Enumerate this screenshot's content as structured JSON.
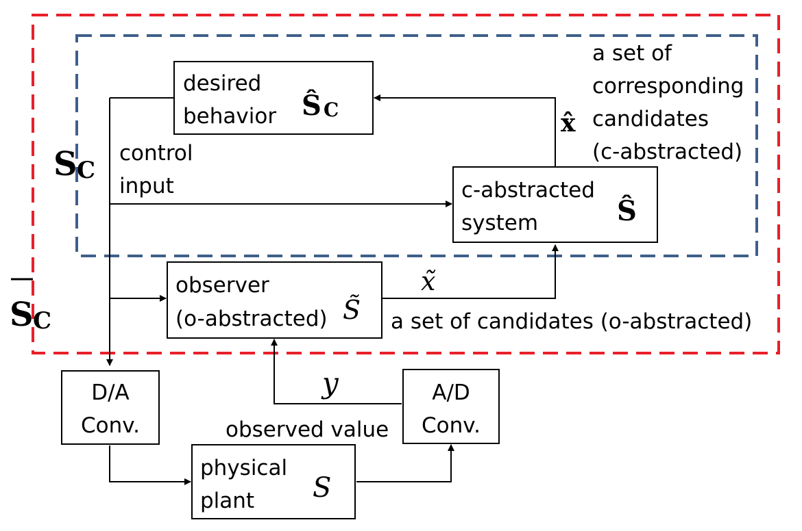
{
  "colors": {
    "outer_boundary": "#e8202a",
    "inner_boundary": "#3e5f8a",
    "lines": "#000000"
  },
  "symbols": {
    "s_c": "S",
    "s_c_sub": "C",
    "s_c_bar": "S",
    "s_c_bar_sub": "C",
    "s_c_hat": "Ŝ",
    "s_c_hat_sub": "C",
    "s_hat": "Ŝ",
    "s_tilde": "S̃",
    "s": "S",
    "x_hat": "x̂",
    "x_tilde": "x̃",
    "y": "y"
  },
  "blocks": {
    "desired_behavior": {
      "line1": "desired",
      "line2": "behavior"
    },
    "c_abstracted_system": {
      "line1": "c-abstracted",
      "line2": "system"
    },
    "observer": {
      "line1": "observer",
      "line2": "(o-abstracted)"
    },
    "da_conv": {
      "line1": "D/A",
      "line2": "Conv."
    },
    "ad_conv": {
      "line1": "A/D",
      "line2": "Conv."
    },
    "physical_plant": {
      "line1": "physical",
      "line2": "plant"
    }
  },
  "labels": {
    "control_input_1": "control",
    "control_input_2": "input",
    "corresponding_1": "a set of",
    "corresponding_2": "corresponding",
    "corresponding_3": "candidates",
    "corresponding_4": "(c-abstracted)",
    "candidates_o": "a set of candidates (o-abstracted)",
    "observed_value": "observed value"
  }
}
